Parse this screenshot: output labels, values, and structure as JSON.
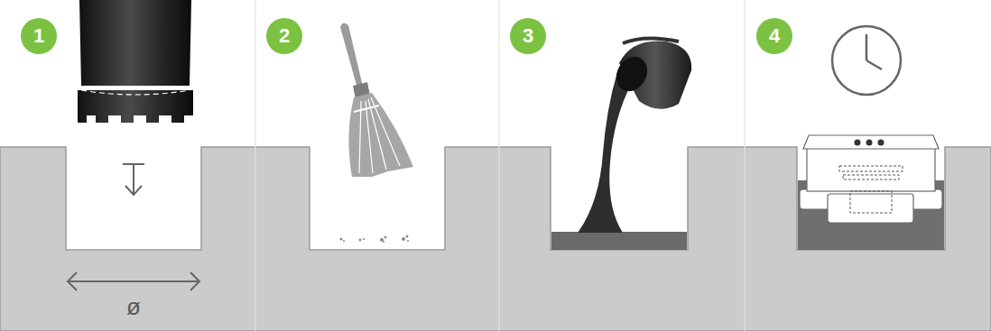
{
  "diagram": {
    "nodes": [
      {
        "text": [
          "1"
        ]
      },
      {
        "text": [
          "2"
        ]
      },
      {
        "text": [
          "3"
        ]
      },
      {
        "text": [
          "4"
        ]
      }
    ],
    "labels": [
      "ø"
    ]
  }
}
